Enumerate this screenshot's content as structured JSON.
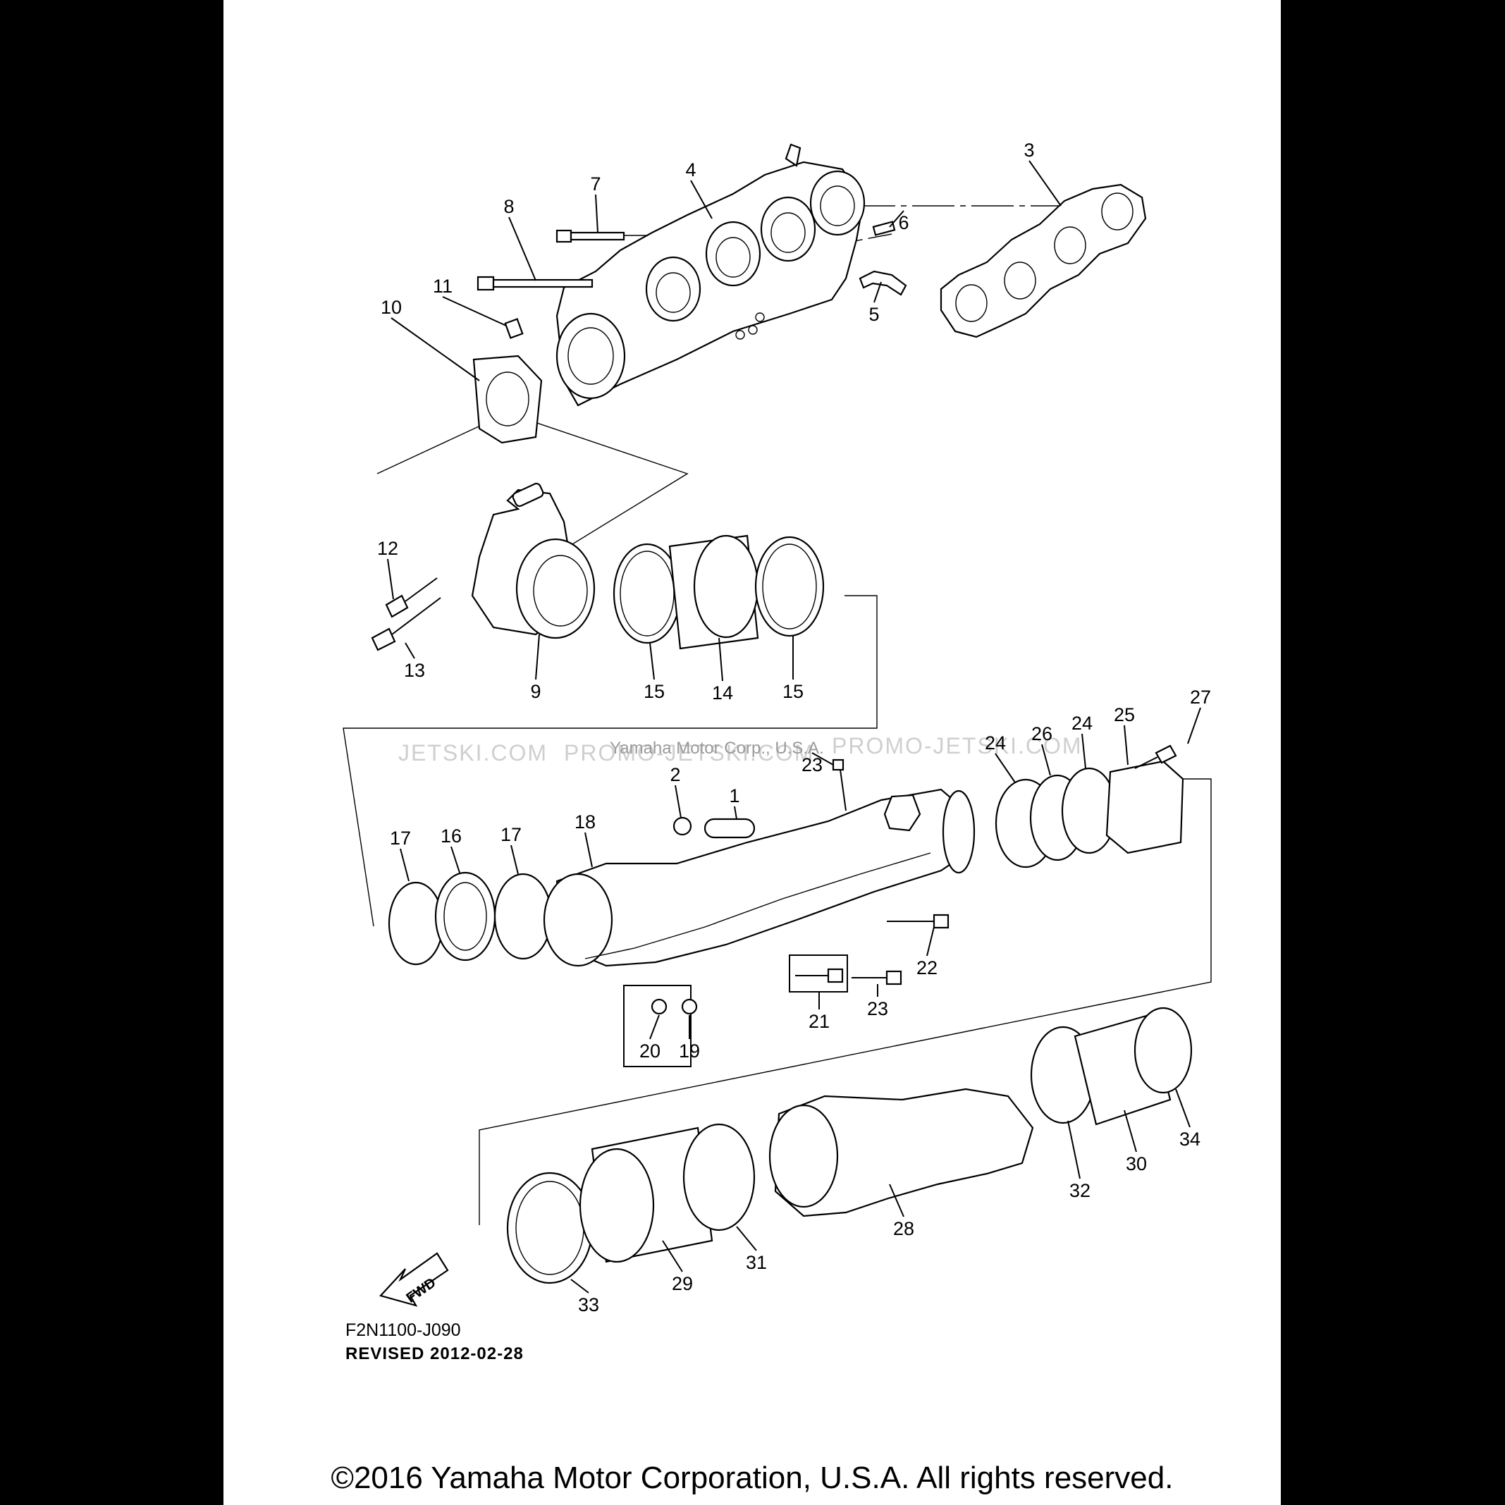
{
  "callouts": [
    {
      "n": "1"
    },
    {
      "n": "2"
    },
    {
      "n": "3"
    },
    {
      "n": "4"
    },
    {
      "n": "5"
    },
    {
      "n": "6"
    },
    {
      "n": "7"
    },
    {
      "n": "8"
    },
    {
      "n": "9"
    },
    {
      "n": "10"
    },
    {
      "n": "11"
    },
    {
      "n": "12"
    },
    {
      "n": "13"
    },
    {
      "n": "14"
    },
    {
      "n": "15"
    },
    {
      "n": "15"
    },
    {
      "n": "16"
    },
    {
      "n": "17"
    },
    {
      "n": "17"
    },
    {
      "n": "18"
    },
    {
      "n": "19"
    },
    {
      "n": "20"
    },
    {
      "n": "21"
    },
    {
      "n": "22"
    },
    {
      "n": "23"
    },
    {
      "n": "23"
    },
    {
      "n": "24"
    },
    {
      "n": "24"
    },
    {
      "n": "25"
    },
    {
      "n": "26"
    },
    {
      "n": "27"
    },
    {
      "n": "28"
    },
    {
      "n": "29"
    },
    {
      "n": "30"
    },
    {
      "n": "31"
    },
    {
      "n": "32"
    },
    {
      "n": "33"
    },
    {
      "n": "34"
    }
  ],
  "watermark": {
    "left": "JETSKI.COM",
    "middle": "PROMO-JETSKI.COM",
    "credit": "Yamaha Motor Corp., U.S.A.",
    "right": "PROMO-JETSKI.COM"
  },
  "fwd_arrow": "FWD",
  "diagram_code": "F2N1100-J090",
  "revised": "REVISED 2012-02-28",
  "copyright": "©2016 Yamaha Motor Corporation, U.S.A. All rights reserved."
}
